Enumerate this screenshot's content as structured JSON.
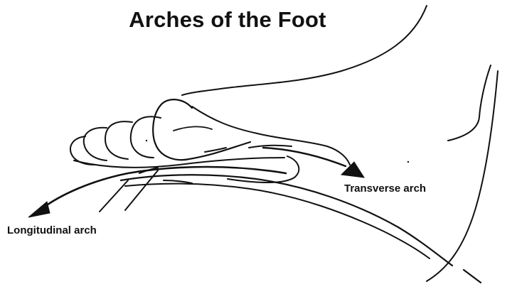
{
  "title": "Arches of the Foot",
  "labels": {
    "transverse": "Transverse arch",
    "longitudinal": "Longitudinal arch"
  },
  "colors": {
    "ink": "#111111",
    "background": "#ffffff"
  }
}
